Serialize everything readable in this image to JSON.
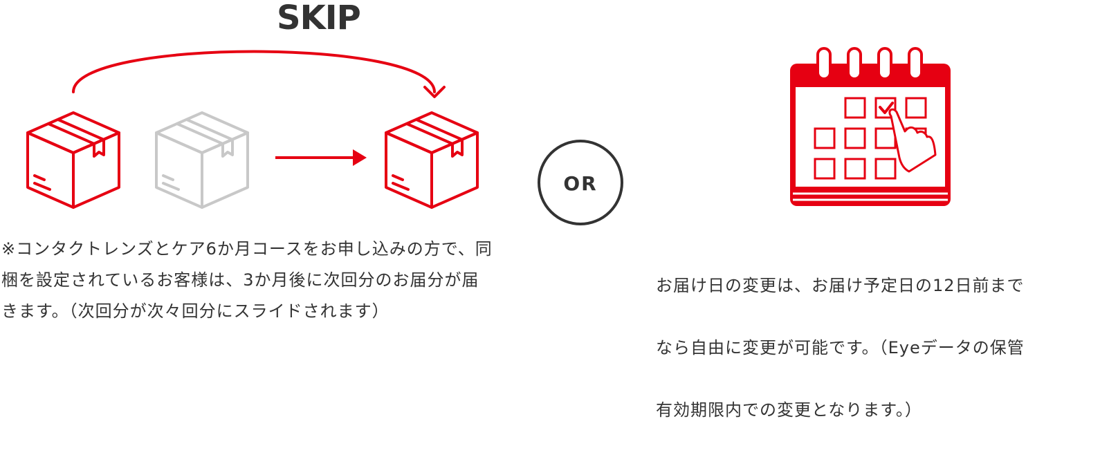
{
  "skip_label": "SKIP",
  "or_label": "OR",
  "left_description": "※コンタクトレンズとケア6か月コースをお申し込みの方で、同梱を設定されているお客様は、3か月後に次回分のお届分が届きます。（次回分が次々回分にスライドされます）",
  "right_description_lines": [
    "お届け日の変更は、お届け予定日の12日前まで",
    "なら自由に変更が可能です。（Eyeデータの保管",
    "有効期限内での変更となります。）"
  ],
  "colors": {
    "accent": "#e60012",
    "inactive": "#c8c8c8",
    "text": "#333333"
  },
  "icons": [
    "box-icon",
    "box-icon-skipped",
    "arrow-right-icon",
    "calendar-icon",
    "hand-pointer-icon",
    "checkmark-icon"
  ]
}
